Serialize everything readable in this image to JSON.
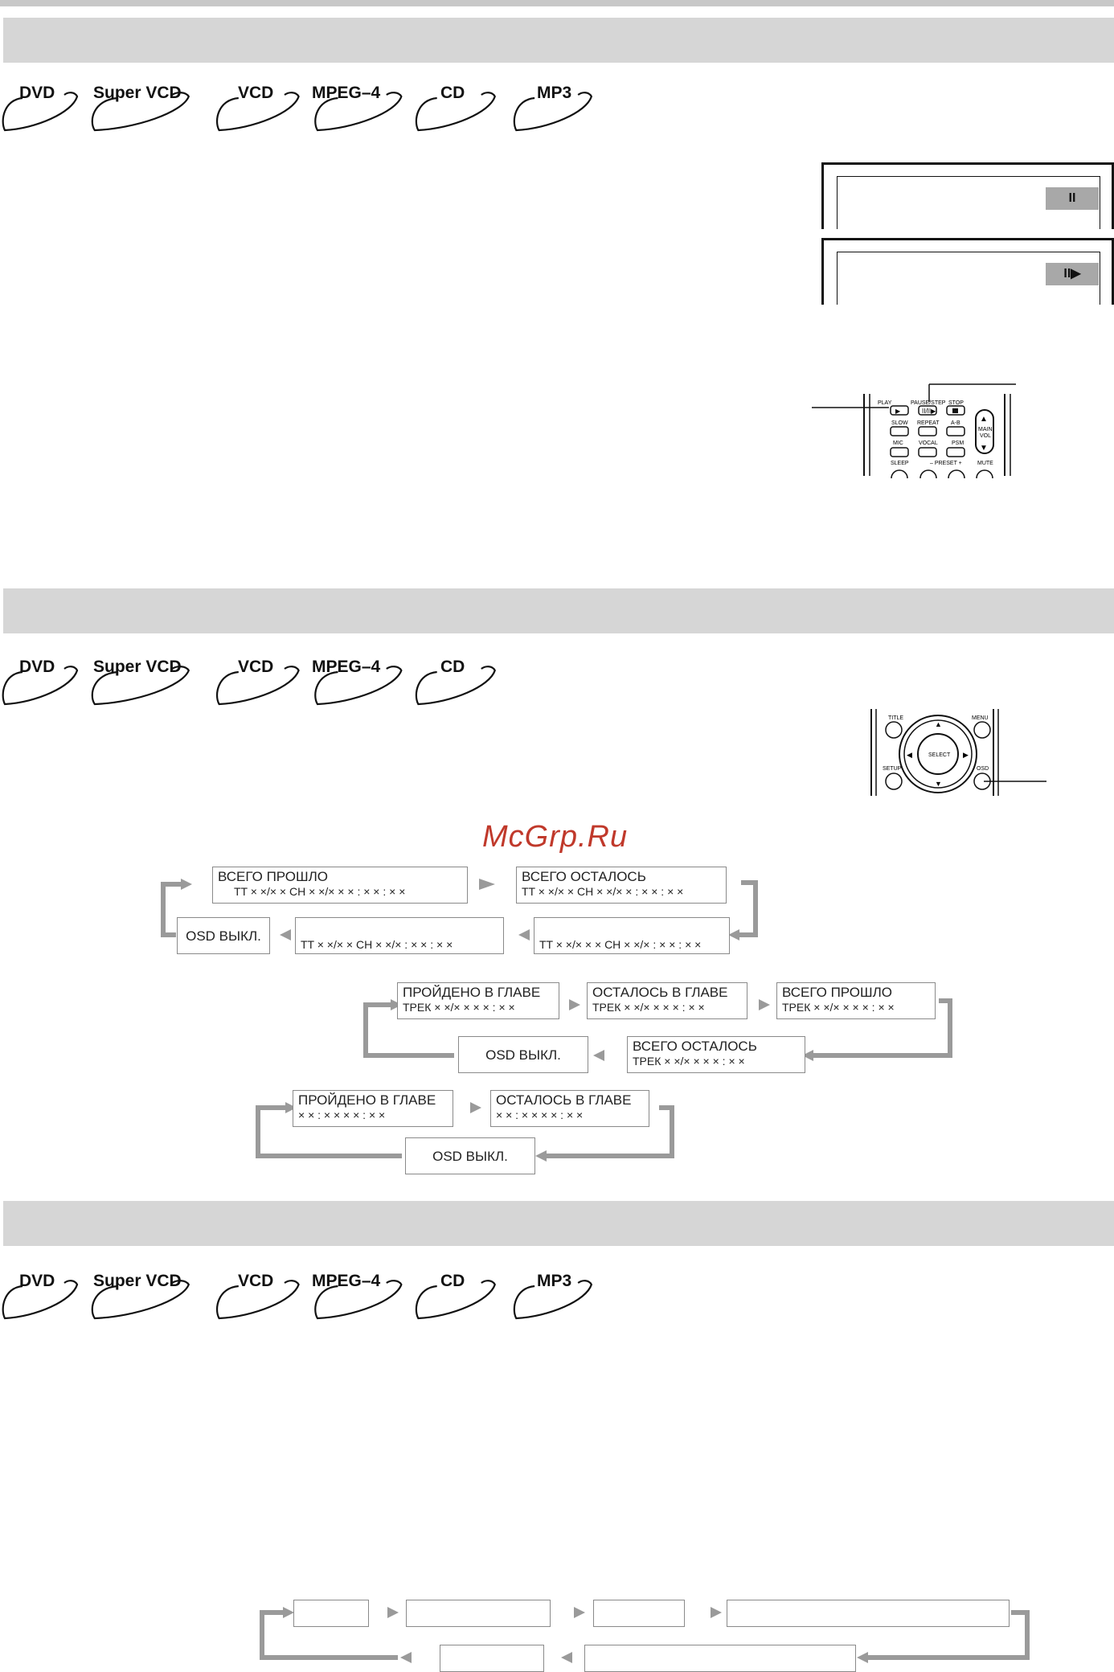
{
  "formats_row1": [
    "DVD",
    "Super VCD",
    "VCD",
    "MPEG–4",
    "CD",
    "MP3"
  ],
  "formats_row2": [
    "DVD",
    "Super VCD",
    "VCD",
    "MPEG–4",
    "CD"
  ],
  "formats_row3": [
    "DVD",
    "Super VCD",
    "VCD",
    "MPEG–4",
    "CD",
    "MP3"
  ],
  "tv_screens": {
    "pause": "II",
    "step": "II▶"
  },
  "remote1": {
    "play": "PLAY",
    "pause_step": "PAUSE/STEP",
    "stop": "STOP",
    "slow": "SLOW",
    "repeat": "REPEAT",
    "ab": "A-B",
    "main_vol": "MAIN VOL",
    "mic": "MIC",
    "vocal": "VOCAL",
    "psm": "PSM",
    "sleep": "SLEEP",
    "preset": "– PRESET +",
    "mute": "MUTE"
  },
  "remote2": {
    "title": "TITLE",
    "menu": "MENU",
    "select": "SELECT",
    "setup": "SETUP",
    "osd": "OSD"
  },
  "watermark": "McGrp.Ru",
  "dvd_flow": {
    "b1": {
      "l1": "ВСЕГО ПРОШЛО",
      "l2": "TT × ×/× ×  CH × ×/× ×  × : × × : × ×"
    },
    "b2": {
      "l1": "ВСЕГО ОСТАЛОСЬ",
      "l2": "TT × ×/× ×  CH × ×/× × : × × : × ×"
    },
    "b3": {
      "l2": "TT × ×/× ×  CH × ×/× : × × : × ×"
    },
    "b4": {
      "l2": "TT × ×/× ×  × CH × ×/× : × × : × ×"
    },
    "osd": "OSD  ВЫКЛ."
  },
  "vcd_flow": {
    "b1": {
      "l1": "ПРОЙДЕНО В ГЛАВЕ",
      "l2": "ТРЕК × ×/× ×  × × : × ×"
    },
    "b2": {
      "l1": "ОСТАЛОСЬ В ГЛАВЕ",
      "l2": "ТРЕК × ×/× ×  × × : × ×"
    },
    "b3": {
      "l1": "ВСЕГО ПРОШЛО",
      "l2": "ТРЕК × ×/× ×  × × : × ×"
    },
    "b4": {
      "l1": "ВСЕГО ОСТАЛОСЬ",
      "l2": "ТРЕК × ×/× ×  × × : × ×"
    },
    "osd": "OSD ВЫКЛ."
  },
  "cd_flow": {
    "b1": {
      "l1": "ПРОЙДЕНО В ГЛАВЕ",
      "l2": "× × : × ×   × × : × ×"
    },
    "b2": {
      "l1": "ОСТАЛОСЬ В ГЛАВЕ",
      "l2": "× × : × ×   × × : × ×"
    },
    "osd": "OSD ВЫКЛ."
  }
}
